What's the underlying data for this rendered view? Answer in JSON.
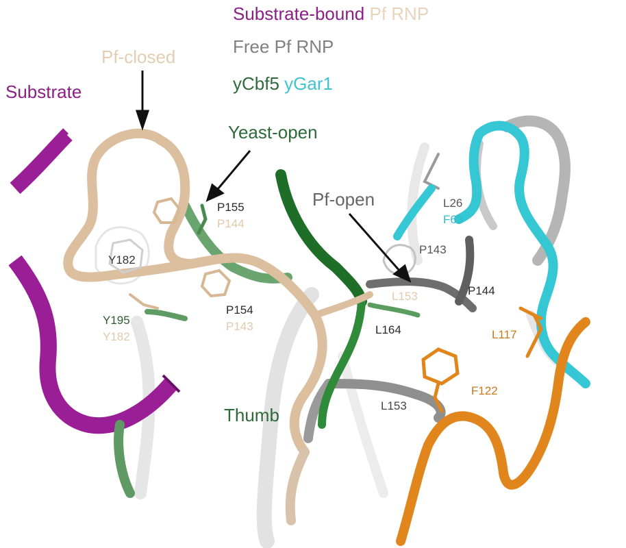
{
  "legend": {
    "line1": [
      {
        "text": "Substrate-bound",
        "color": "#8a1f86"
      },
      {
        "text": " Pf RNP",
        "color": "#e8d3bb"
      }
    ],
    "line2": [
      {
        "text": "Free Pf RNP",
        "color": "#808080"
      }
    ],
    "line3": [
      {
        "text": "yCbf5",
        "color": "#2f6b3a"
      },
      {
        "text": " yGar1",
        "color": "#3fc4cf"
      }
    ]
  },
  "labels": {
    "pf_closed": "Pf-closed",
    "substrate": "Substrate",
    "yeast_open": "Yeast-open",
    "pf_open": "Pf-open",
    "thumb": "Thumb"
  },
  "residues": {
    "p155": "P155",
    "p144_beige": "P144",
    "y182_gray": "Y182",
    "p154": "P154",
    "p143_beige": "P143",
    "y195": "Y195",
    "y182_beige": "Y182",
    "l26": "L26",
    "f63": "F63",
    "p143_gray": "P143",
    "p144_gray": "P144",
    "l153_beige": "L153",
    "l164": "L164",
    "l117": "L117",
    "f122": "F122",
    "l153_gray": "L153"
  },
  "colors": {
    "substrate": "#9a1f96",
    "pf_bound": "#dcbf9f",
    "free_pf": "#9a9a9a",
    "free_pf_light": "#cfcfcf",
    "ycbf5": "#3f8f4a",
    "ycbf5_dark": "#1f6e28",
    "ygar1": "#35c7d3",
    "orange": "#e0861c"
  }
}
